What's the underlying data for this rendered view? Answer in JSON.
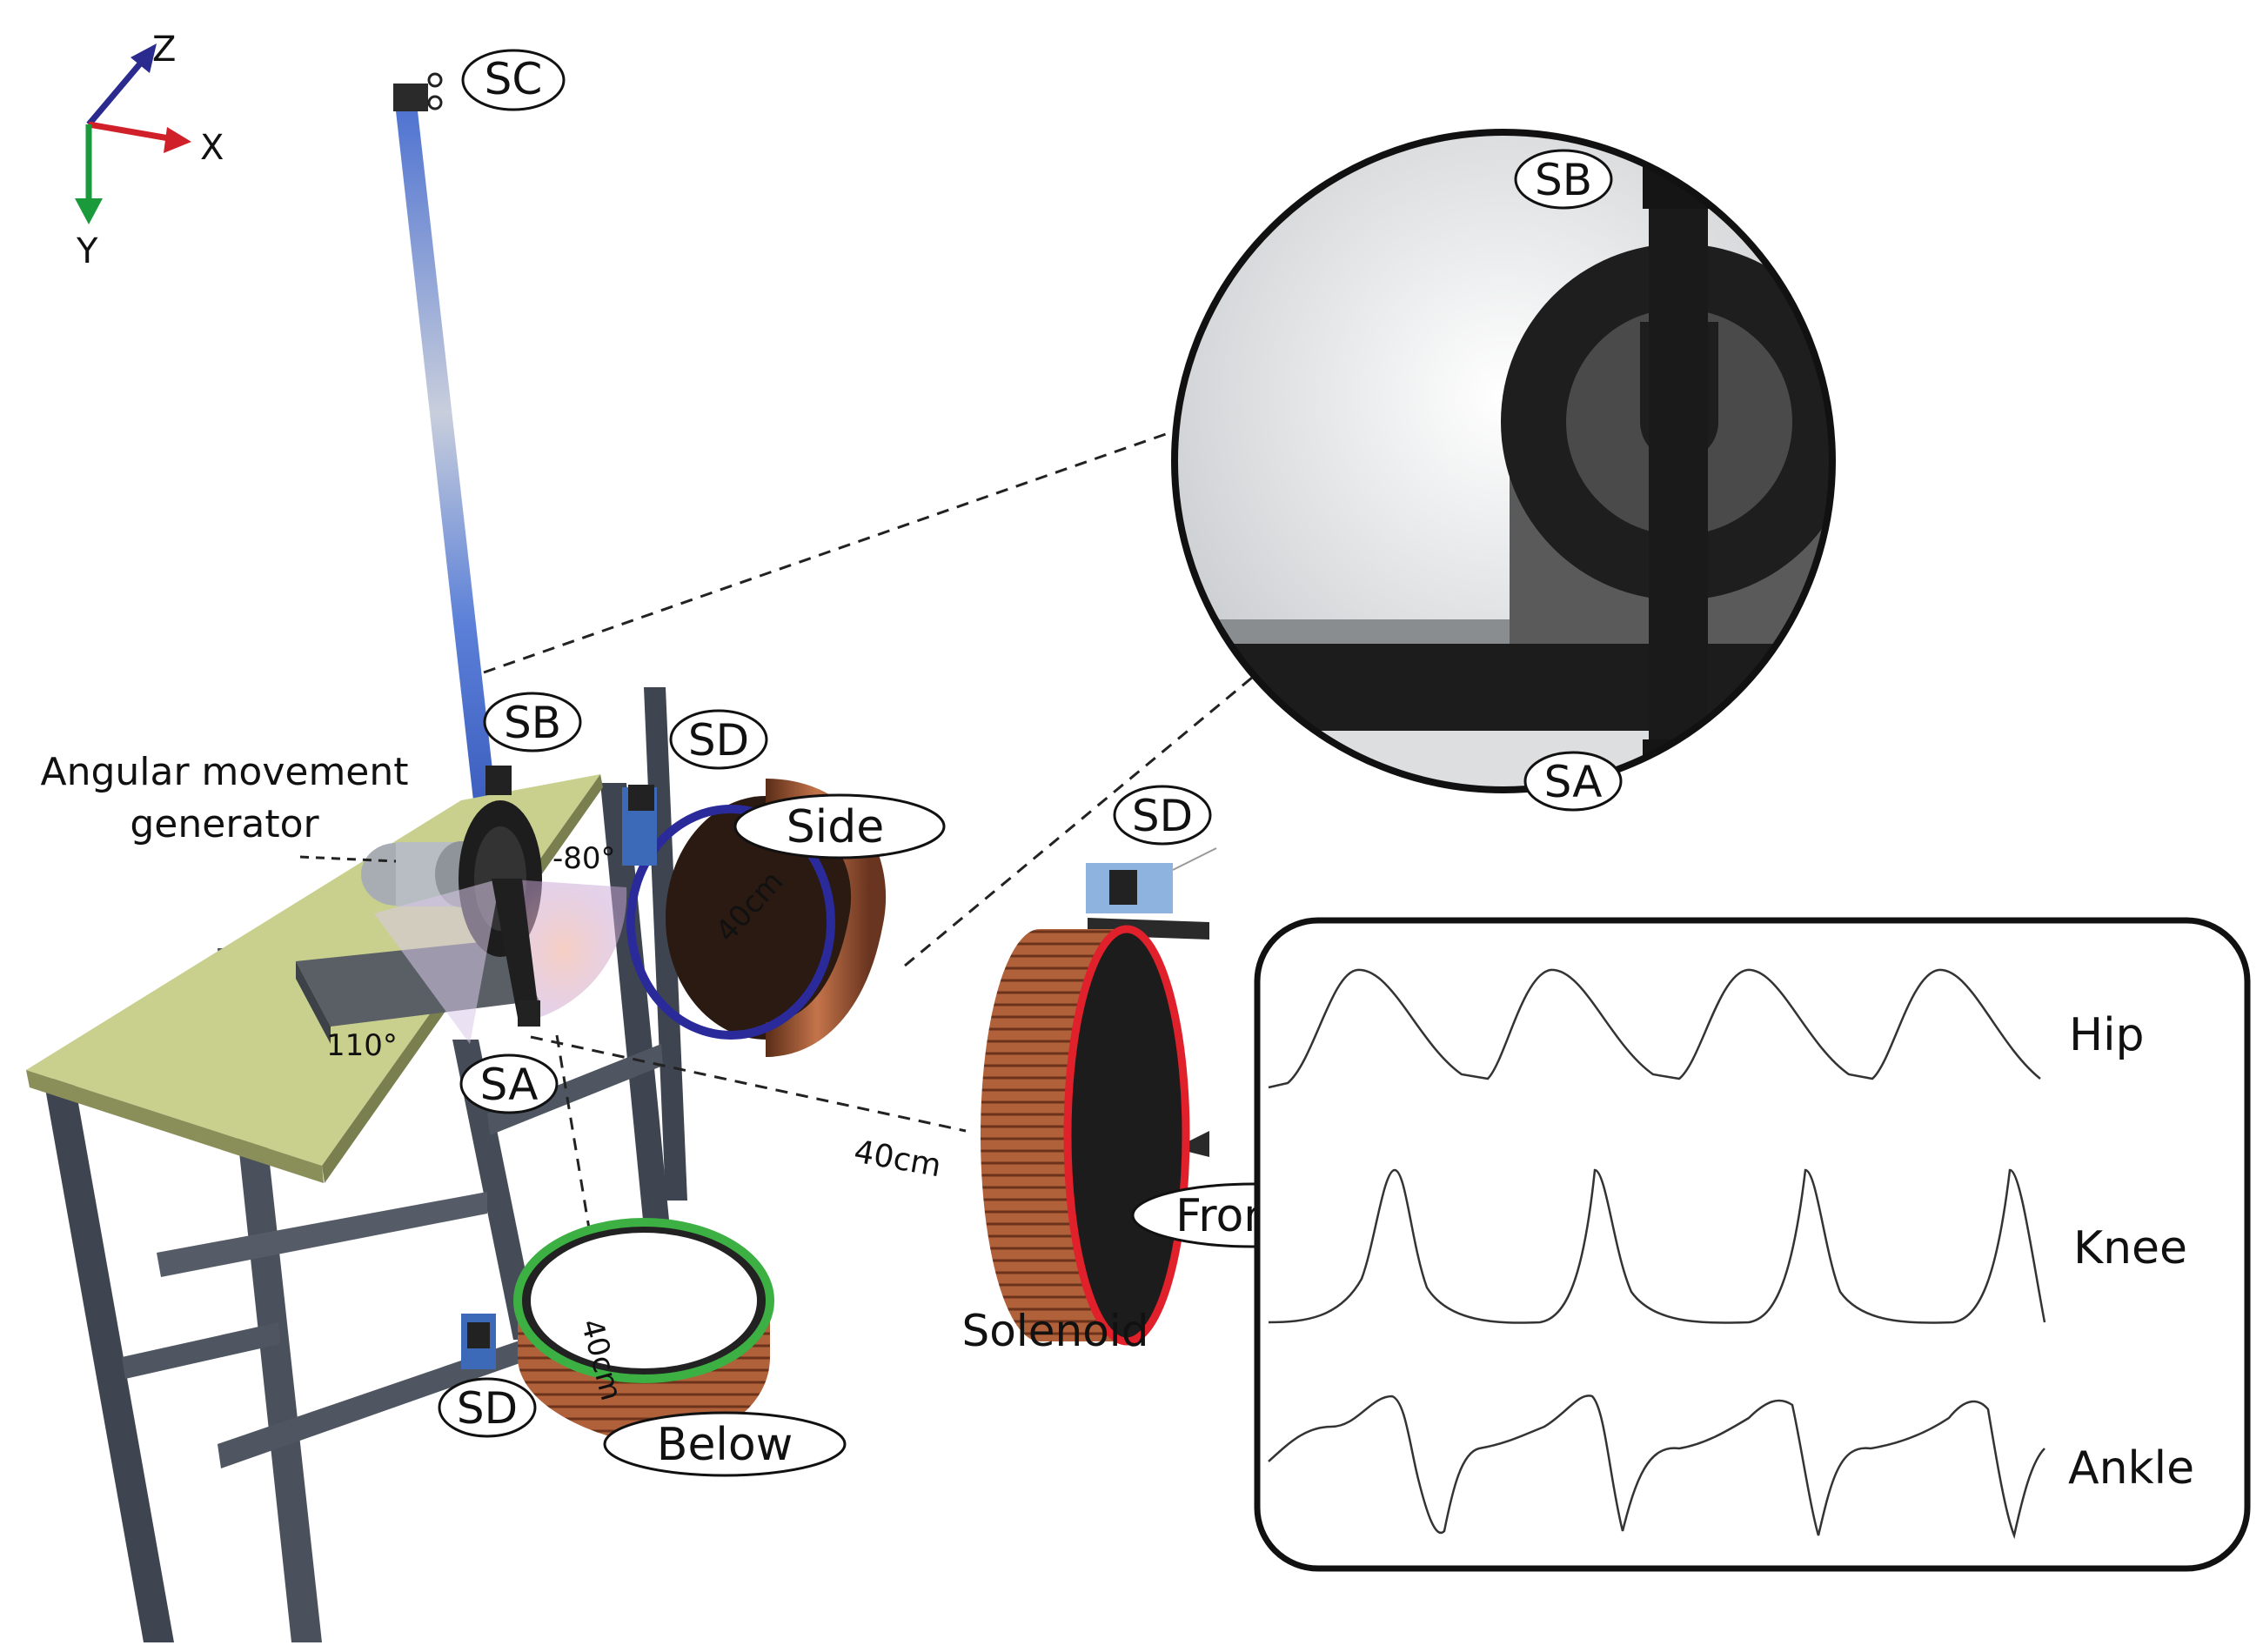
{
  "axes": {
    "z": "Z",
    "x": "X",
    "y": "Y",
    "z_color": "#2b2b8f",
    "x_color": "#d0202a",
    "y_color": "#1a9a3a"
  },
  "sensors": {
    "sc": "SC",
    "sb_main": "SB",
    "sa_main": "SA",
    "sd_side": "SD",
    "sd_below": "SD",
    "sd_frontal": "SD",
    "sb_zoom": "SB",
    "sa_zoom": "SA"
  },
  "labels": {
    "generator_line1": "Angular movement",
    "generator_line2": "generator",
    "angle_minus80": "-80°",
    "angle_110": "110°",
    "dist_side": "40cm",
    "dist_below": "40cm",
    "dist_frontal": "40cm",
    "side": "Side",
    "below": "Below",
    "frontal": "Frontal",
    "solenoid": "Solenoid"
  },
  "signals": {
    "hip": "Hip",
    "knee": "Knee",
    "ankle": "Ankle"
  },
  "colors": {
    "side_ring": "#2a2a9a",
    "below_ring": "#3cb043",
    "frontal_ring": "#e0202a",
    "copper": "#b5653a",
    "pole": "#5b7fd0",
    "frame": "#3e4550",
    "tabletop": "#c9d08e"
  }
}
